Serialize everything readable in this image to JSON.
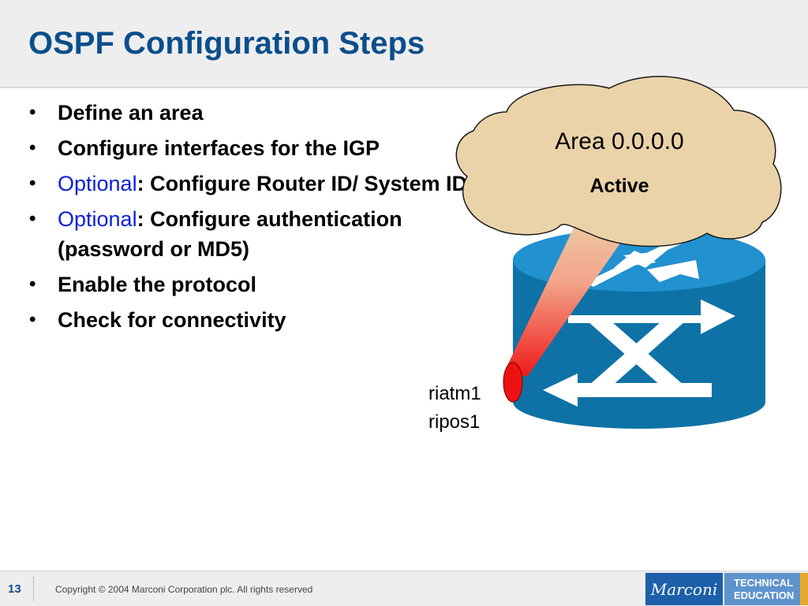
{
  "slide": {
    "title": "OSPF Configuration Steps",
    "bullet_marker": "•",
    "bullets": [
      {
        "text": "Define an area"
      },
      {
        "text": "Configure interfaces for the IGP"
      },
      {
        "prefix": "Optional",
        "text": ": Configure Router ID/ System ID"
      },
      {
        "prefix": "Optional",
        "text": ": Configure authentication (password or MD5)"
      },
      {
        "text": "Enable the protocol"
      },
      {
        "text": "Check for connectivity"
      }
    ]
  },
  "diagram": {
    "cloud_title": "Area 0.0.0.0",
    "cloud_status": "Active",
    "interfaces": [
      "riatm1",
      "ripos1"
    ],
    "router_icon": "router-icon",
    "colors": {
      "cloud": "#ead3a8",
      "router_top": "#2191d0",
      "router_body": "#0e72a6",
      "interface": "#ee1111",
      "opt_text": "#0b21d6",
      "title": "#0b4e8c"
    }
  },
  "footer": {
    "page_number": "13",
    "copyright": "Copyright © 2004 Marconi Corporation plc. All rights reserved",
    "brand": "Marconi",
    "tagline_1": "TECHNICAL",
    "tagline_2": "EDUCATION"
  }
}
